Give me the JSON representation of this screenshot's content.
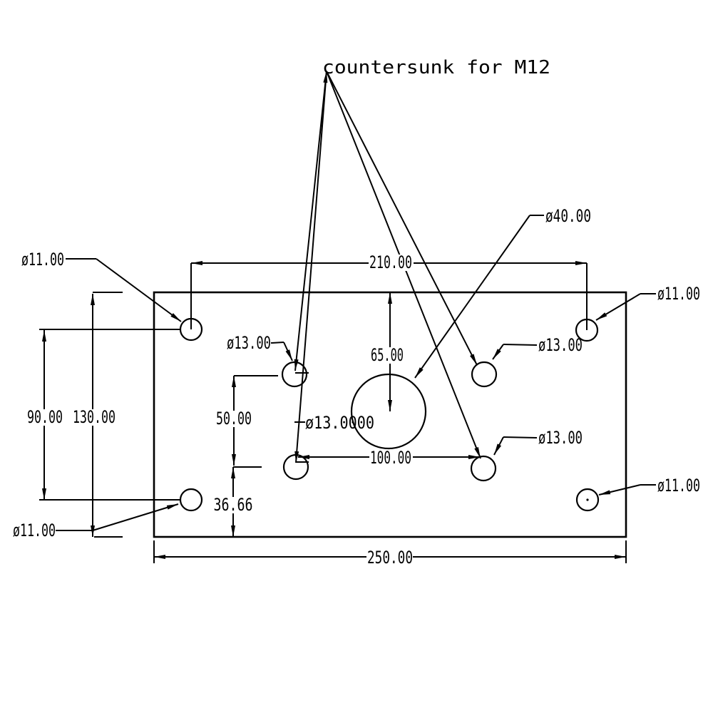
{
  "drawing": {
    "labels": {
      "title": "countersunk  for M12",
      "dia_11_top_left": "ø11.00",
      "dia_11_top_right": "ø11.00",
      "dia_11_bottom_left": "ø11.00",
      "dia_11_bottom_right": "ø11.00",
      "dia_13_mid_upper_left": "ø13.00",
      "dia_13_mid_upper_right": "ø13.00",
      "dia_13_mid_lower_right": "ø13.00",
      "dia_13_mid_lower_left": "ø13.0000",
      "dia_40_center": "ø40.00"
    },
    "dimensions": {
      "total_width": "250.00",
      "top_hole_span": "210.00",
      "left_outer_height": "130.00",
      "left_hole_span": "90.00",
      "center_hole_depth": "65.00",
      "mid_hole_vertical_span": "50.00",
      "mid_hole_bottom_offset": "36.66",
      "lower_mid_hole_span": "100.00"
    },
    "colors": {
      "line": "#000000",
      "background": "#ffffff"
    }
  }
}
